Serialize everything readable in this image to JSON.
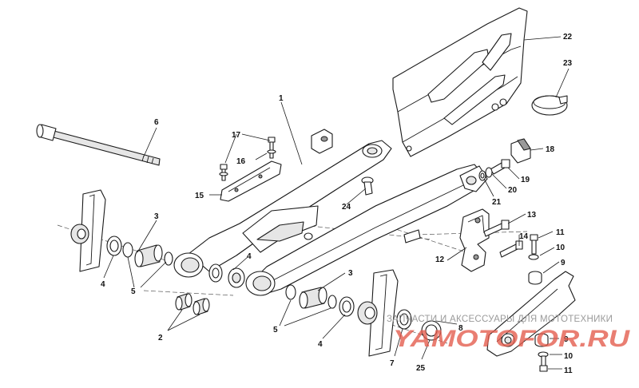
{
  "diagram": {
    "callouts": {
      "c1": "1",
      "c2": "2",
      "c3a": "3",
      "c3b": "3",
      "c4a": "4",
      "c4b": "4",
      "c4c": "4",
      "c5a": "5",
      "c5b": "5",
      "c6": "6",
      "c7": "7",
      "c8": "8",
      "c9a": "9",
      "c9b": "9",
      "c10a": "10",
      "c10b": "10",
      "c11a": "11",
      "c11b": "11",
      "c12": "12",
      "c13": "13",
      "c14": "14",
      "c15": "15",
      "c16": "16",
      "c17": "17",
      "c18": "18",
      "c19": "19",
      "c20": "20",
      "c21": "21",
      "c22": "22",
      "c23": "23",
      "c24": "24",
      "c25": "25"
    }
  },
  "watermark": {
    "caption": "ЗАПЧАСТИ И АКСЕССУАРЫ ДЛЯ МОТОТЕХНИКИ",
    "brand": "YAMOTOFOR.RU"
  },
  "colors": {
    "line": "#1a1a1a",
    "watermark_text": "#9a9a9a",
    "watermark_brand": "#e35a4b"
  }
}
